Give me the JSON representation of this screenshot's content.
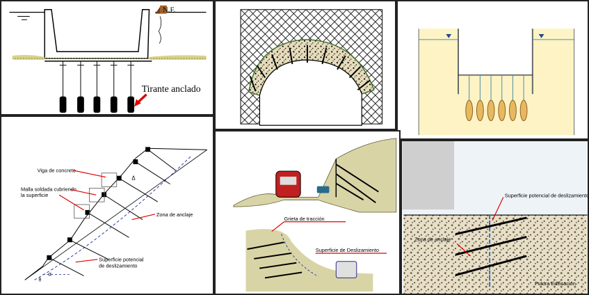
{
  "panel_basement": {
    "water_level_label": "N.F.",
    "tieback_label": "Tirante anclado"
  },
  "panel_arch": {},
  "panel_excavation": {},
  "panel_slope": {
    "beam_label": "Viga de concreto",
    "mesh_label_line1": "Malla soldada cubriendo",
    "mesh_label_line2": "la superficie",
    "anchor_zone_label": "Zona de anclaje",
    "failure_surface_line1": "Superficie potencial",
    "failure_surface_line2": "de deslizamiento",
    "delta_symbol": "Δ",
    "alpha_symbol": "α",
    "theta_symbol": "θ"
  },
  "panel_rail": {
    "crack_label": "Grieta de tracción",
    "slide_surface_label": "Superficie de Deslizamiento"
  },
  "panel_building": {
    "failure_surface_label": "Superficie potencial de deslizamiento",
    "anchor_zone_label": "Zona de anclaje",
    "future_building_label": "Futura Edificación"
  },
  "colors": {
    "label_red": "#e00000",
    "soil_fill": "#e8dfc8",
    "excavation_fill": "#fdf3c4",
    "anchor_bulb": "#e8b860"
  }
}
